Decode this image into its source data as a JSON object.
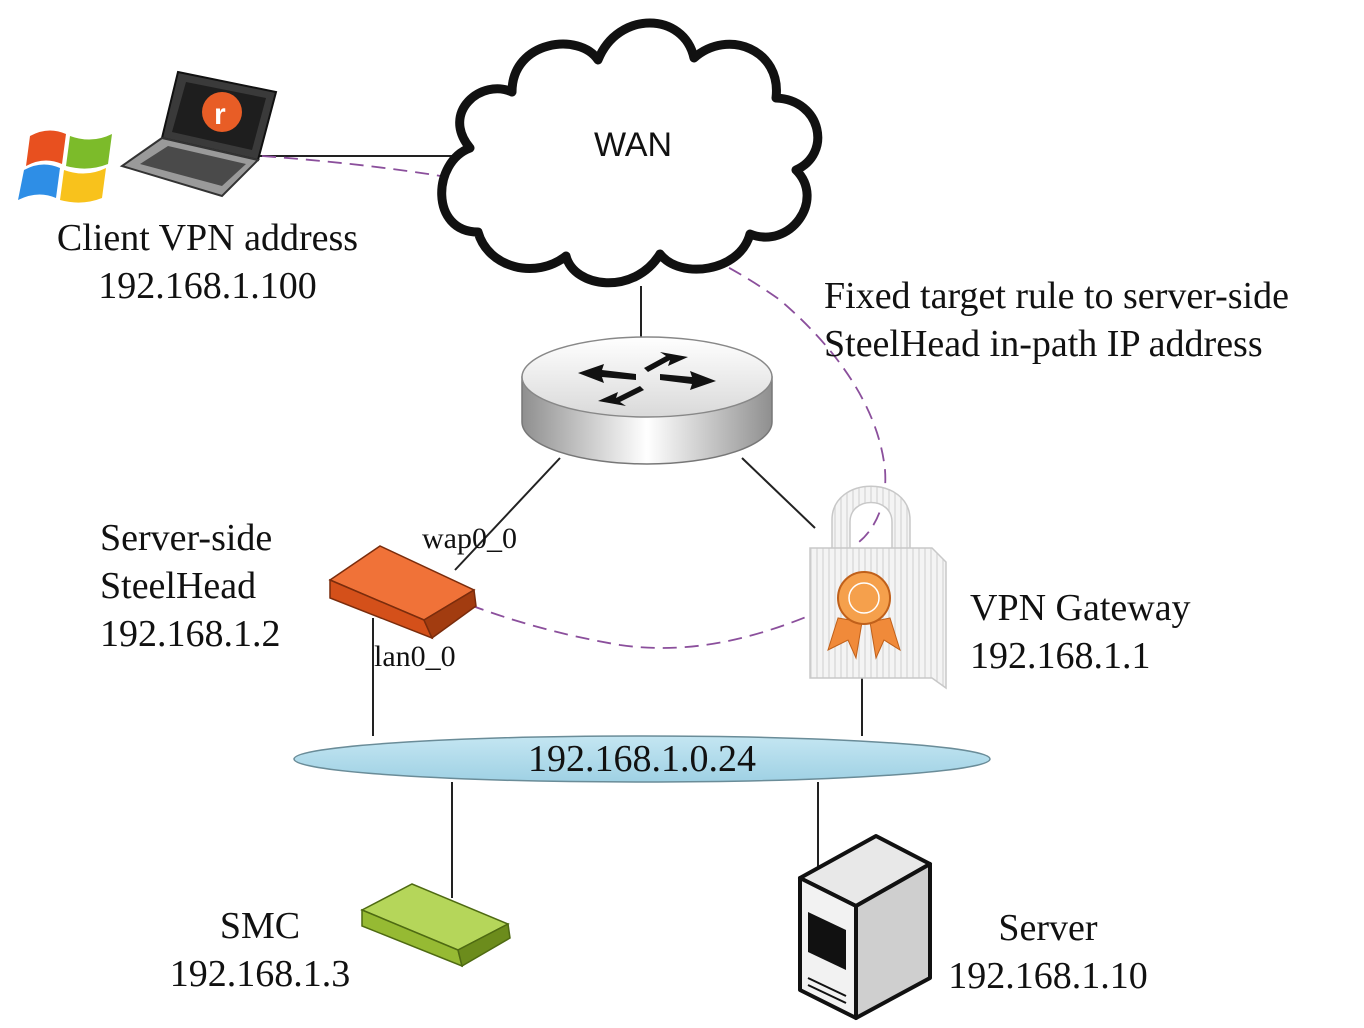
{
  "nodes": {
    "wan": {
      "label": "WAN"
    },
    "client": {
      "title": "Client VPN address",
      "ip": "192.168.1.100"
    },
    "server_steelhead": {
      "title_line1": "Server-side",
      "title_line2": "SteelHead",
      "ip": "192.168.1.2"
    },
    "vpn_gateway": {
      "title": "VPN Gateway",
      "ip": "192.168.1.1"
    },
    "smc": {
      "title": "SMC",
      "ip": "192.168.1.3"
    },
    "server": {
      "title": "Server",
      "ip": "192.168.1.10"
    },
    "lan_segment": {
      "label": "192.168.1.0.24"
    }
  },
  "interfaces": {
    "wan_port": "wap0_0",
    "lan_port": "lan0_0"
  },
  "annotation": {
    "line1": "Fixed target rule to server-side",
    "line2": "SteelHead in-path IP address"
  },
  "colors": {
    "steelhead": "#e2581f",
    "smc": "#9cc23f",
    "lan_segment": "#add8e6",
    "dashed_path": "#8b4f9c"
  }
}
